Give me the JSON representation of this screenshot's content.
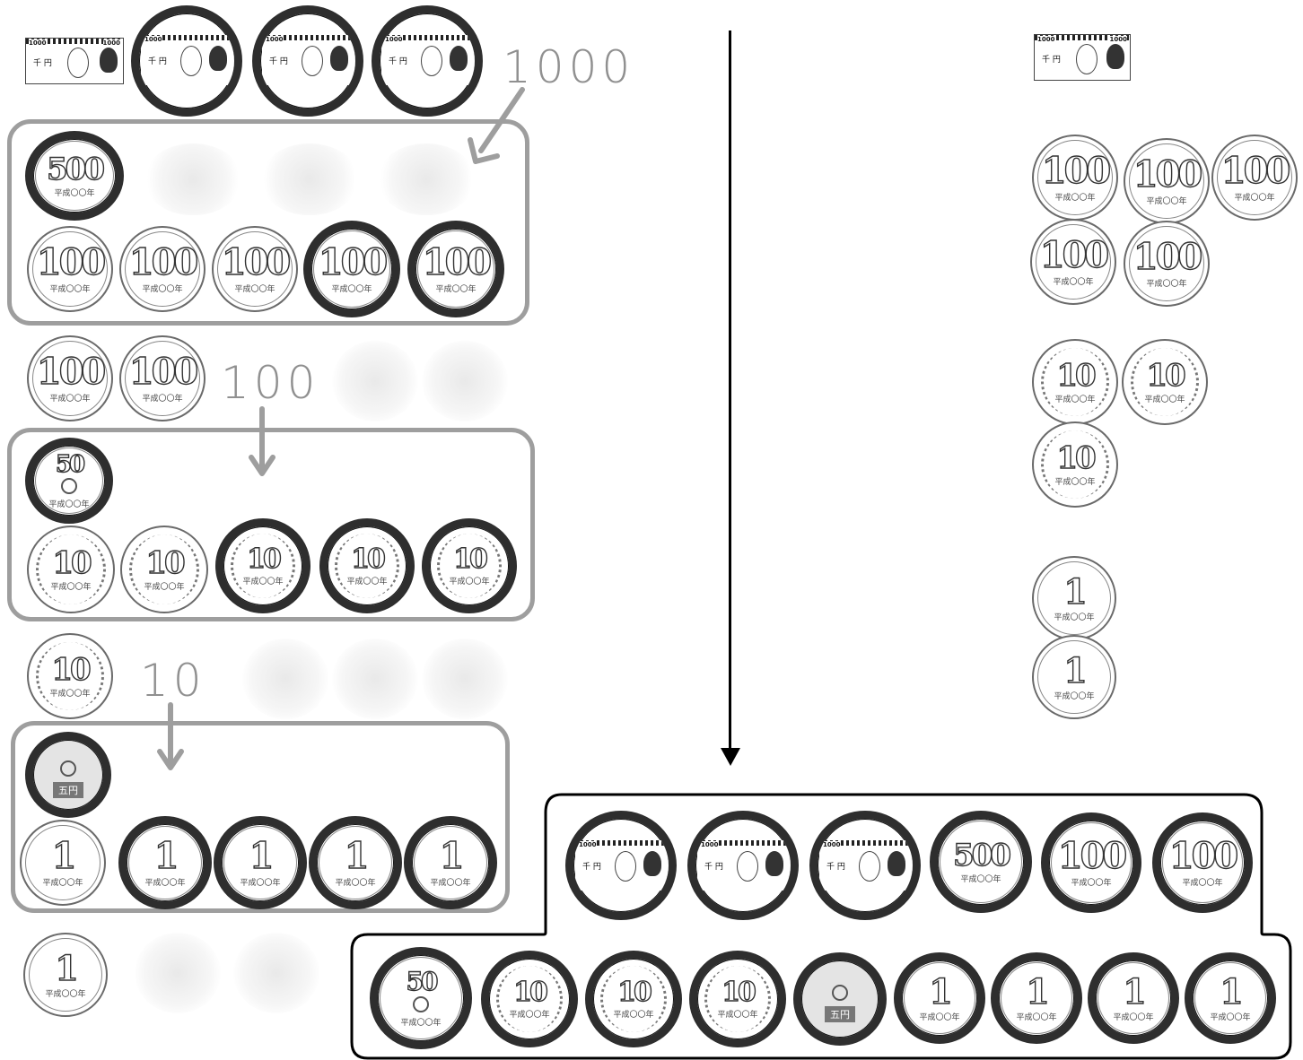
{
  "markers": {
    "thousand": "1000",
    "hundred": "100",
    "ten": "10"
  },
  "coins": {
    "c500": "500",
    "c100": "100",
    "c50": "50",
    "c10": "10",
    "c1": "1",
    "era": "平成〇〇年",
    "five_label": "五円"
  },
  "bill": {
    "denom": "1000",
    "yen": "千 円"
  },
  "colors": {
    "box_gray": "#9e9e9e",
    "ring_dark": "#2e2e2e",
    "line_black": "#000000"
  }
}
